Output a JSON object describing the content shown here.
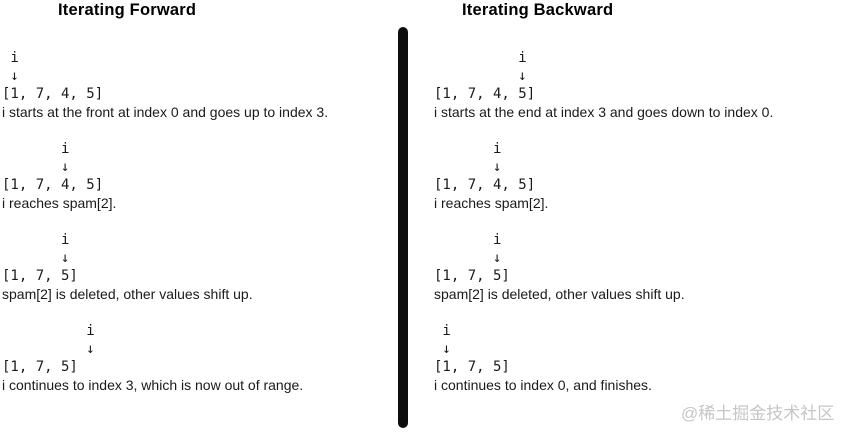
{
  "watermark": "@稀土掘金技术社区",
  "divider_color": "#0d0d0d",
  "columns": [
    {
      "title": "Iterating Forward",
      "steps": [
        {
          "marker": " i",
          "arrow": " ↓",
          "list": "[1, 7, 4, 5]",
          "desc": "i starts at the front at index 0 and goes up to index 3."
        },
        {
          "marker": "       i",
          "arrow": "       ↓",
          "list": "[1, 7, 4, 5]",
          "desc": "i reaches spam[2]."
        },
        {
          "marker": "       i",
          "arrow": "       ↓",
          "list": "[1, 7, 5]",
          "desc": "spam[2] is deleted, other values shift up."
        },
        {
          "marker": "          i",
          "arrow": "          ↓",
          "list": "[1, 7, 5]",
          "desc": "i continues to index 3, which is now out of range."
        }
      ]
    },
    {
      "title": "Iterating Backward",
      "steps": [
        {
          "marker": "          i",
          "arrow": "          ↓",
          "list": "[1, 7, 4, 5]",
          "desc": "i starts at the end at index 3 and goes down to index 0."
        },
        {
          "marker": "       i",
          "arrow": "       ↓",
          "list": "[1, 7, 4, 5]",
          "desc": "i reaches spam[2]."
        },
        {
          "marker": "       i",
          "arrow": "       ↓",
          "list": "[1, 7, 5]",
          "desc": "spam[2] is deleted, other values shift up."
        },
        {
          "marker": " i",
          "arrow": " ↓",
          "list": "[1, 7, 5]",
          "desc": "i continues to index 0, and finishes."
        }
      ]
    }
  ]
}
